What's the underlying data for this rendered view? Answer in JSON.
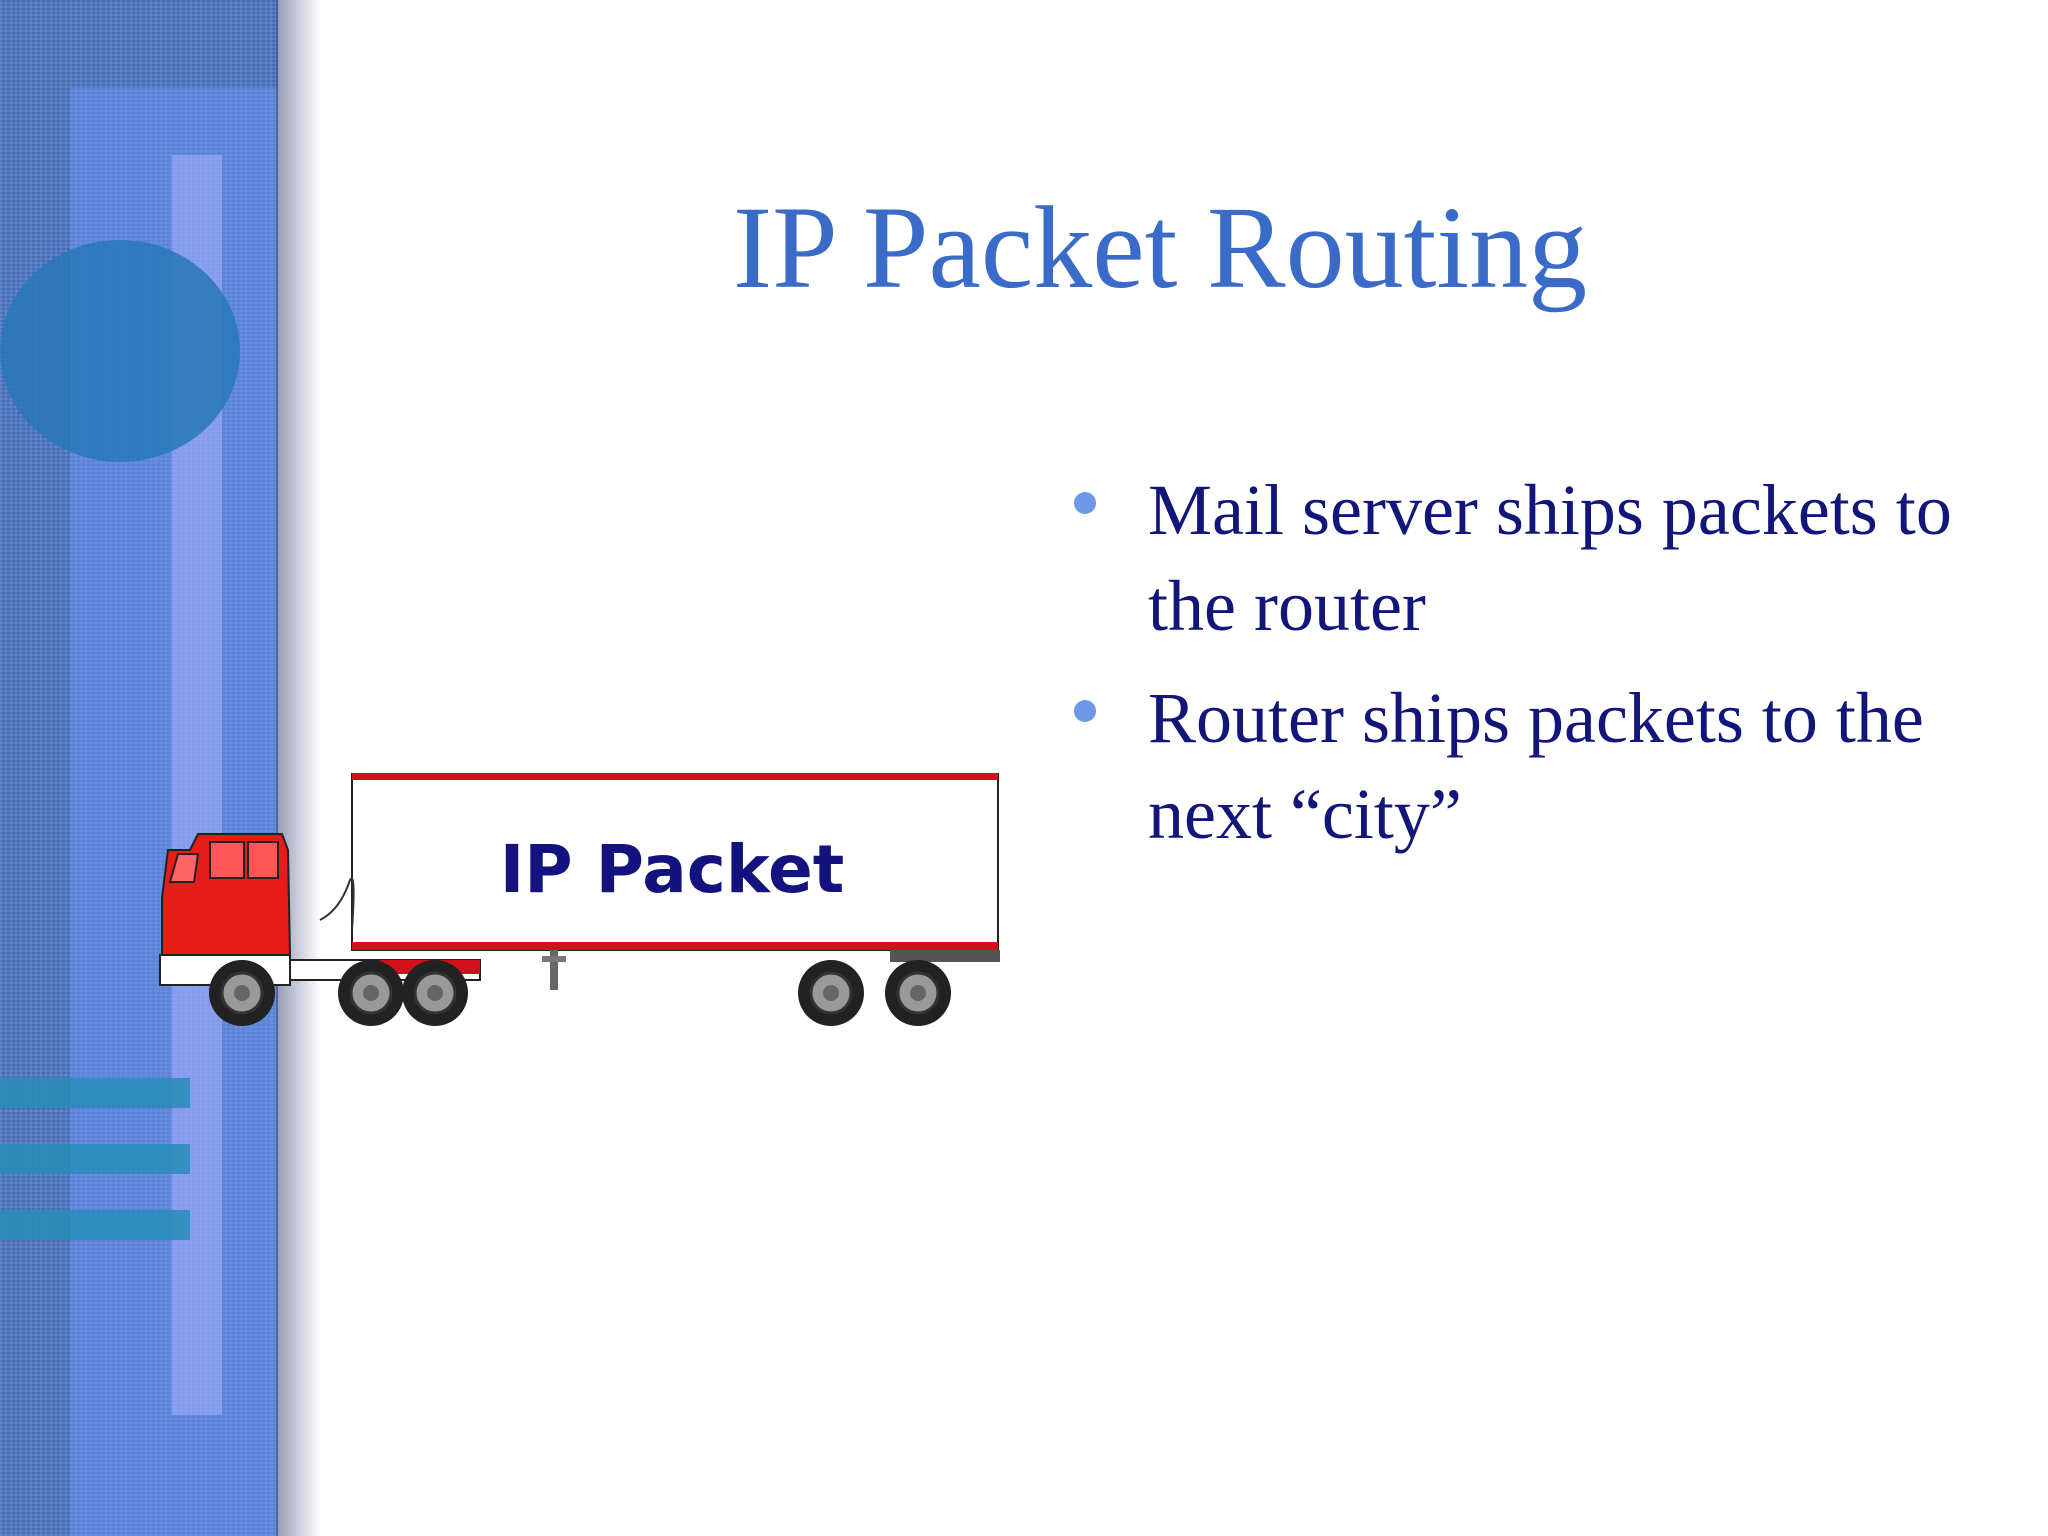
{
  "slide": {
    "title": "IP Packet Routing",
    "bullets": [
      "Mail server ships packets to the router",
      "Router ships packets to the next “city”"
    ]
  },
  "truck": {
    "trailer_label": "IP Packet"
  },
  "colors": {
    "title": "#3a6bc8",
    "body_text": "#12157a",
    "bullet": "#6f98e6",
    "sidebar": "#4f79c9",
    "truck_cab": "#e81b1b",
    "trailer_trim": "#d0101a",
    "trailer_label": "#14127e"
  }
}
